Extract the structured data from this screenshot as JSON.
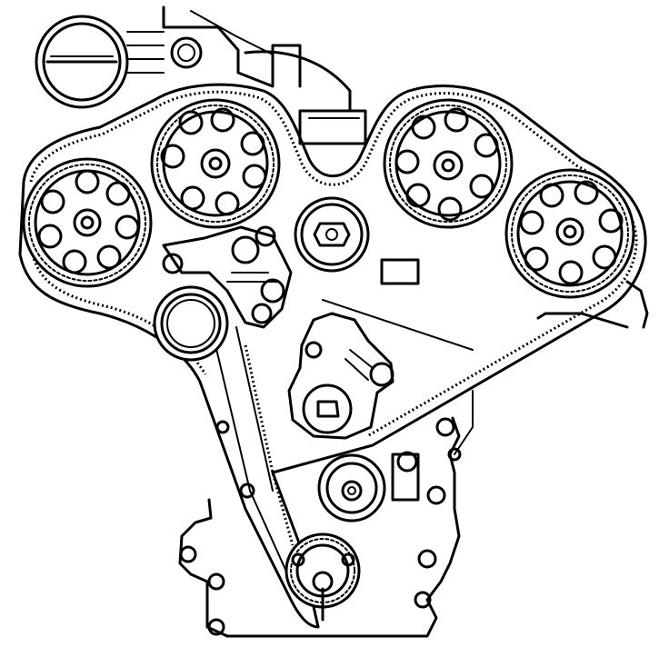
{
  "diagram": {
    "kind": "engine-timing-belt-line-drawing",
    "colors": {
      "ink": "#000000",
      "background": "#ffffff"
    },
    "parts": [
      "camshaft-sprocket",
      "camshaft-sprocket",
      "camshaft-sprocket",
      "camshaft-sprocket",
      "idler-pulley",
      "idler-pulley",
      "belt-tensioner",
      "tensioner-pulley",
      "crankshaft-sprocket",
      "timing-belt",
      "fuel-pump-cap"
    ]
  }
}
